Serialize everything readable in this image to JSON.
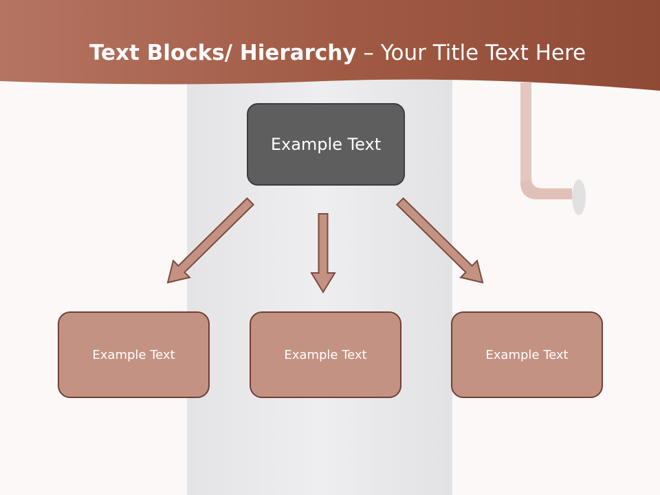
{
  "title": {
    "bold": "Text Blocks/ Hierarchy",
    "dash": " – ",
    "rest": "Your Title Text Here"
  },
  "diagram": {
    "top_node": "Example Text",
    "children": [
      "Example Text",
      "Example Text",
      "Example Text"
    ]
  },
  "colors": {
    "header": "#a35f4a",
    "arrow_fill": "#c49282",
    "arrow_stroke": "#7a4a3c",
    "top_node_fill": "#5e5e5e",
    "child_fill": "#c49282"
  }
}
